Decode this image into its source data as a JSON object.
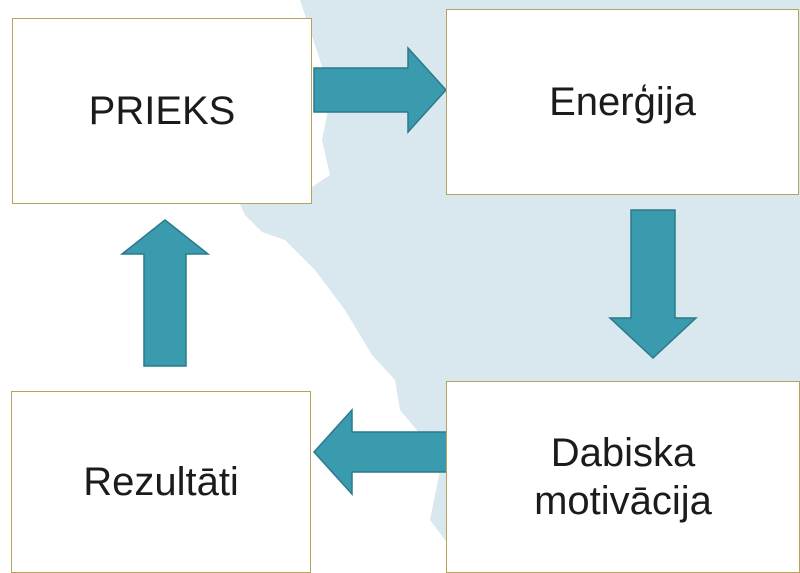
{
  "colors": {
    "background": "#ffffff",
    "map_shape": "#d8e8ee",
    "box_border": "#b5a35e",
    "box_fill": "#ffffff",
    "arrow_fill": "#3a9bae",
    "arrow_stroke": "#2a7a8a",
    "text": "#1b1b1b"
  },
  "diagram": {
    "type": "cycle",
    "nodes": {
      "prieks": "PRIEKS",
      "energija": "Enerģija",
      "motivacija_line1": "Dabiska",
      "motivacija_line2": "motivācija",
      "rezultati": "Rezultāti"
    },
    "edges": [
      {
        "from": "PRIEKS",
        "to": "Enerģija",
        "icon": "arrow-right-icon"
      },
      {
        "from": "Enerģija",
        "to": "Dabiska motivācija",
        "icon": "arrow-down-icon"
      },
      {
        "from": "Dabiska motivācija",
        "to": "Rezultāti",
        "icon": "arrow-left-icon"
      },
      {
        "from": "Rezultāti",
        "to": "PRIEKS",
        "icon": "arrow-up-icon"
      }
    ]
  }
}
